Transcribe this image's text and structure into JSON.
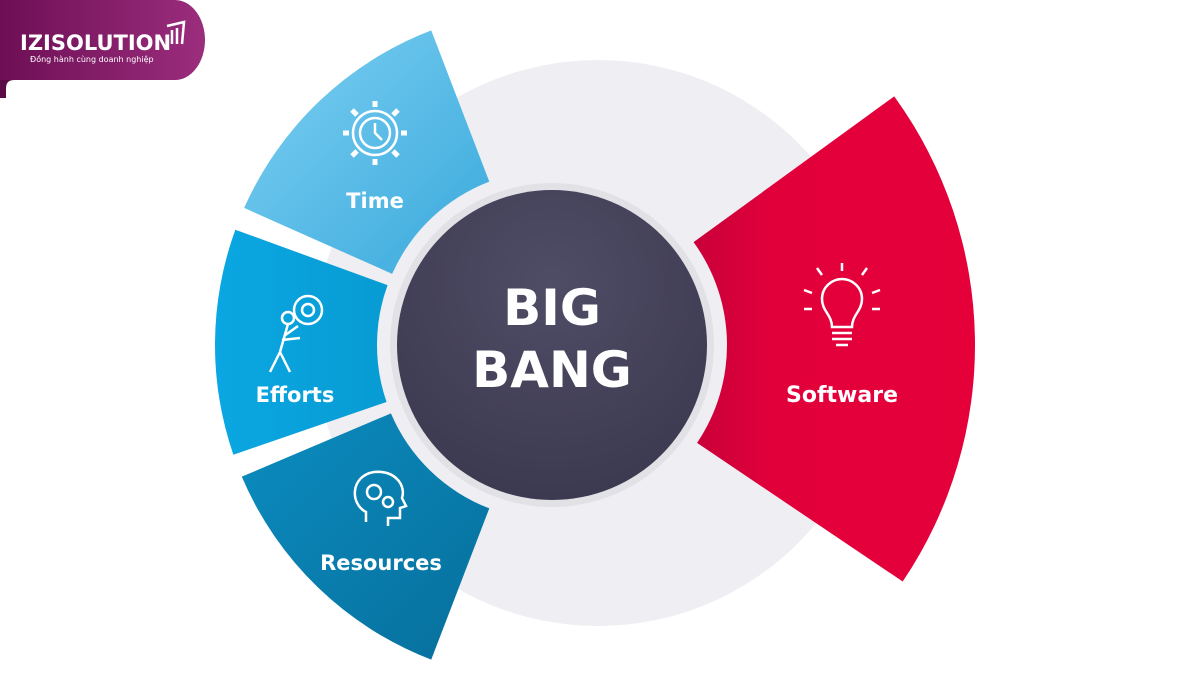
{
  "logo": {
    "name": "IZISOLUTION",
    "tagline": "Đồng hành cùng doanh nghiệp"
  },
  "center": {
    "line1": "BIG",
    "line2": "BANG"
  },
  "segments": [
    {
      "label": "Time",
      "icon": "clock-gear-icon"
    },
    {
      "label": "Efforts",
      "icon": "person-pushing-gear-icon"
    },
    {
      "label": "Resources",
      "icon": "head-gears-icon"
    }
  ],
  "output": {
    "label": "Software",
    "icon": "lightbulb-icon"
  },
  "colors": {
    "time": "#4fb8e6",
    "efforts": "#0aa3dc",
    "resources": "#0b7fae",
    "software": "#e2003b",
    "center": "#45425a",
    "ring": "#efeef2",
    "logo": "#8a1f6c"
  }
}
